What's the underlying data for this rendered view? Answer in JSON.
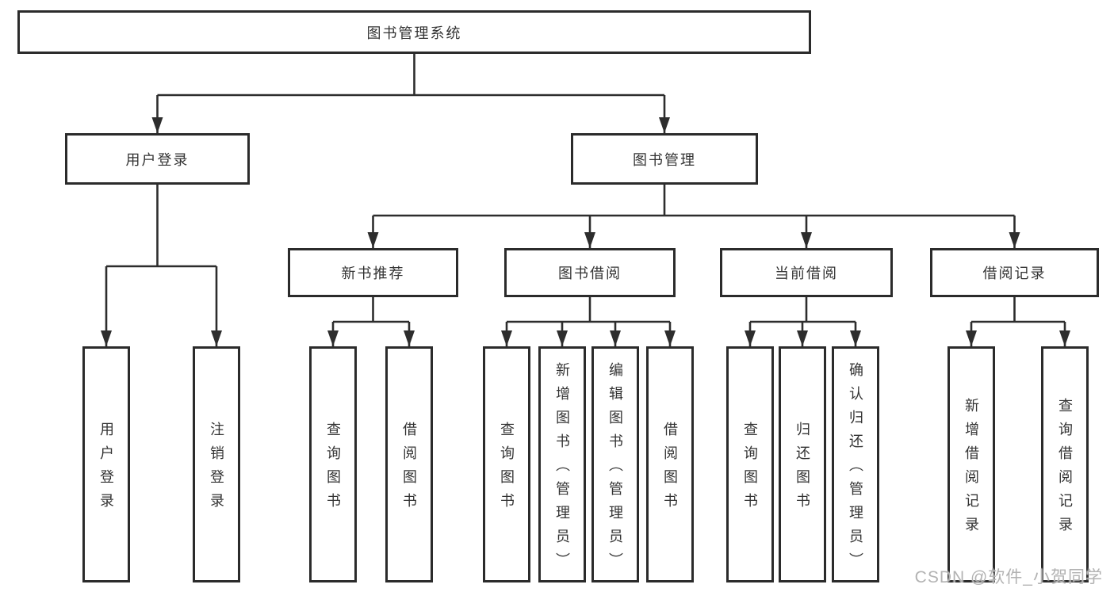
{
  "diagram": {
    "root": "图书管理系统",
    "user_login": {
      "label": "用户登录",
      "children": [
        "用户登录",
        "注销登录"
      ]
    },
    "book_mgmt": {
      "label": "图书管理",
      "sections": [
        {
          "label": "新书推荐",
          "children": [
            "查询图书",
            "借阅图书"
          ]
        },
        {
          "label": "图书借阅",
          "children": [
            "查询图书",
            "新增图书（管理员）",
            "编辑图书（管理员）",
            "借阅图书"
          ]
        },
        {
          "label": "当前借阅",
          "children": [
            "查询图书",
            "归还图书",
            "确认归还（管理员）"
          ]
        },
        {
          "label": "借阅记录",
          "children": [
            "新增借阅记录",
            "查询借阅记录"
          ]
        }
      ]
    }
  },
  "watermark": {
    "text": "CSDN @软件_小贺同学"
  },
  "colors": {
    "line": "#2d2d2d",
    "text": "#333333",
    "box_background": "#ffffff",
    "watermark": "#b2b2b2"
  }
}
